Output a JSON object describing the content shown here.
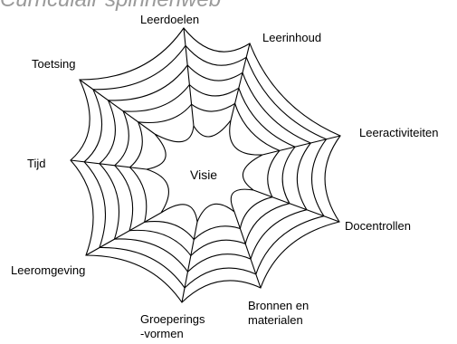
{
  "title": "Curriculair spinnenweb",
  "center": "Visie",
  "spokes": [
    {
      "id": "leerdoelen",
      "label": "Leerdoelen"
    },
    {
      "id": "leerinhoud",
      "label": "Leerinhoud"
    },
    {
      "id": "leeractiviteiten",
      "label": "Leeractiviteiten"
    },
    {
      "id": "docentrollen",
      "label": "Docentrollen"
    },
    {
      "id": "bronnen",
      "label": "Bronnen en\nmaterialen"
    },
    {
      "id": "groeperingsvormen",
      "label": "Groeperings\n-vormen"
    },
    {
      "id": "leeromgeving",
      "label": "Leeromgeving"
    },
    {
      "id": "tijd",
      "label": "Tijd"
    },
    {
      "id": "toetsing",
      "label": "Toetsing"
    }
  ]
}
